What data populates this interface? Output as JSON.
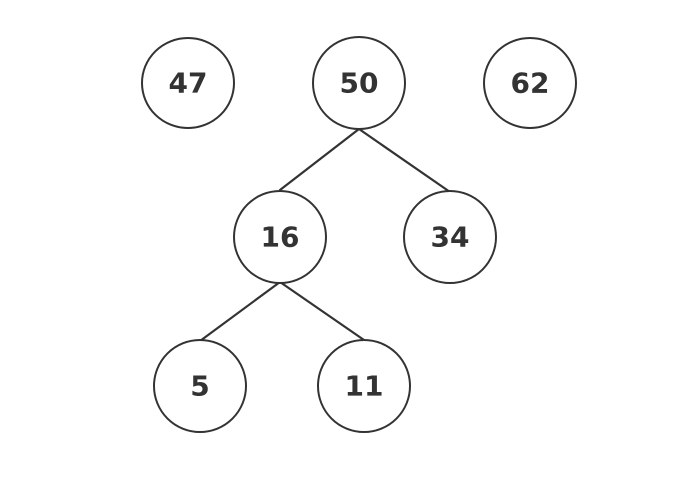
{
  "nodes": {
    "n47": "47",
    "n50": "50",
    "n62": "62",
    "n16": "16",
    "n34": "34",
    "n5": "5",
    "n11": "11"
  },
  "edges": [
    {
      "from": "50",
      "to": "16"
    },
    {
      "from": "50",
      "to": "34"
    },
    {
      "from": "16",
      "to": "5"
    },
    {
      "from": "16",
      "to": "11"
    }
  ]
}
